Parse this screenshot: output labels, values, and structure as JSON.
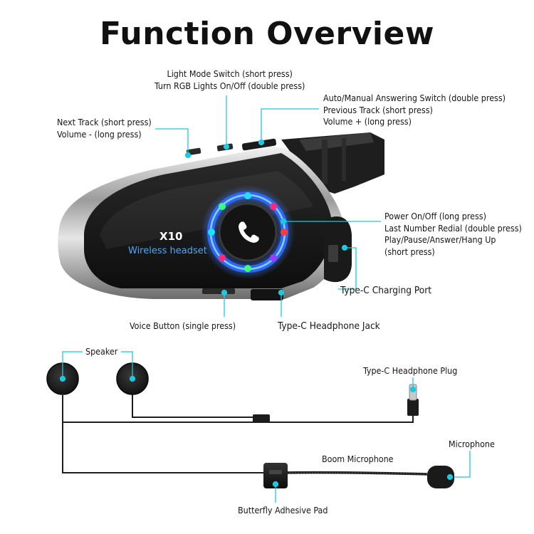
{
  "title": "Function Overview",
  "device": {
    "model": "X10",
    "subtitle": "Wireless headset",
    "ring_colors": [
      "#2f6bff",
      "#20e0ff",
      "#ff2a7a",
      "#ff3b3b",
      "#9b3bff",
      "#3bff7a"
    ]
  },
  "callouts": {
    "light_mode": [
      "Light Mode Switch (short press)",
      "Turn RGB Lights On/Off (double press)"
    ],
    "auto_answer": [
      "Auto/Manual Answering Switch (double press)",
      "Previous Track (short press)",
      "Volume + (long press)"
    ],
    "next_track": [
      "Next Track (short press)",
      "Volume - (long press)"
    ],
    "power": [
      "Power On/Off (long press)",
      "Last Number Redial (double press)",
      "Play/Pause/Answer/Hang Up",
      "(short press)"
    ],
    "charging_port": "Type-C Charging Port",
    "voice_button": "Voice Button (single press)",
    "headphone_jack": "Type-C Headphone Jack"
  },
  "accessories": {
    "speaker": "Speaker",
    "plug": "Type-C Headphone Plug",
    "microphone": "Microphone",
    "boom": "Boom Microphone",
    "pad": "Butterfly Adhesive Pad"
  },
  "colors": {
    "accent": "#1ec8e0",
    "dark": "#1b1b1b",
    "blue_text": "#4aa8ff"
  }
}
